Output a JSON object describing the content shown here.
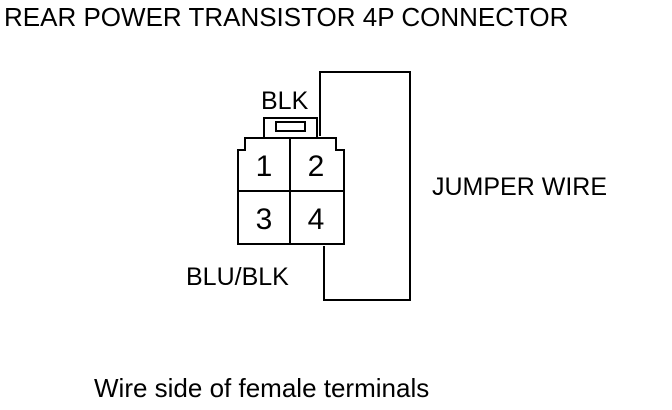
{
  "title": "REAR POWER TRANSISTOR 4P CONNECTOR",
  "caption": "Wire side of female terminals",
  "connector": {
    "top_wire_color": "BLK",
    "bottom_wire_color": "BLU/BLK",
    "jumper_label": "JUMPER WIRE",
    "pins": [
      "1",
      "2",
      "3",
      "4"
    ]
  },
  "colors": {
    "line": "#000000",
    "background": "#ffffff"
  }
}
